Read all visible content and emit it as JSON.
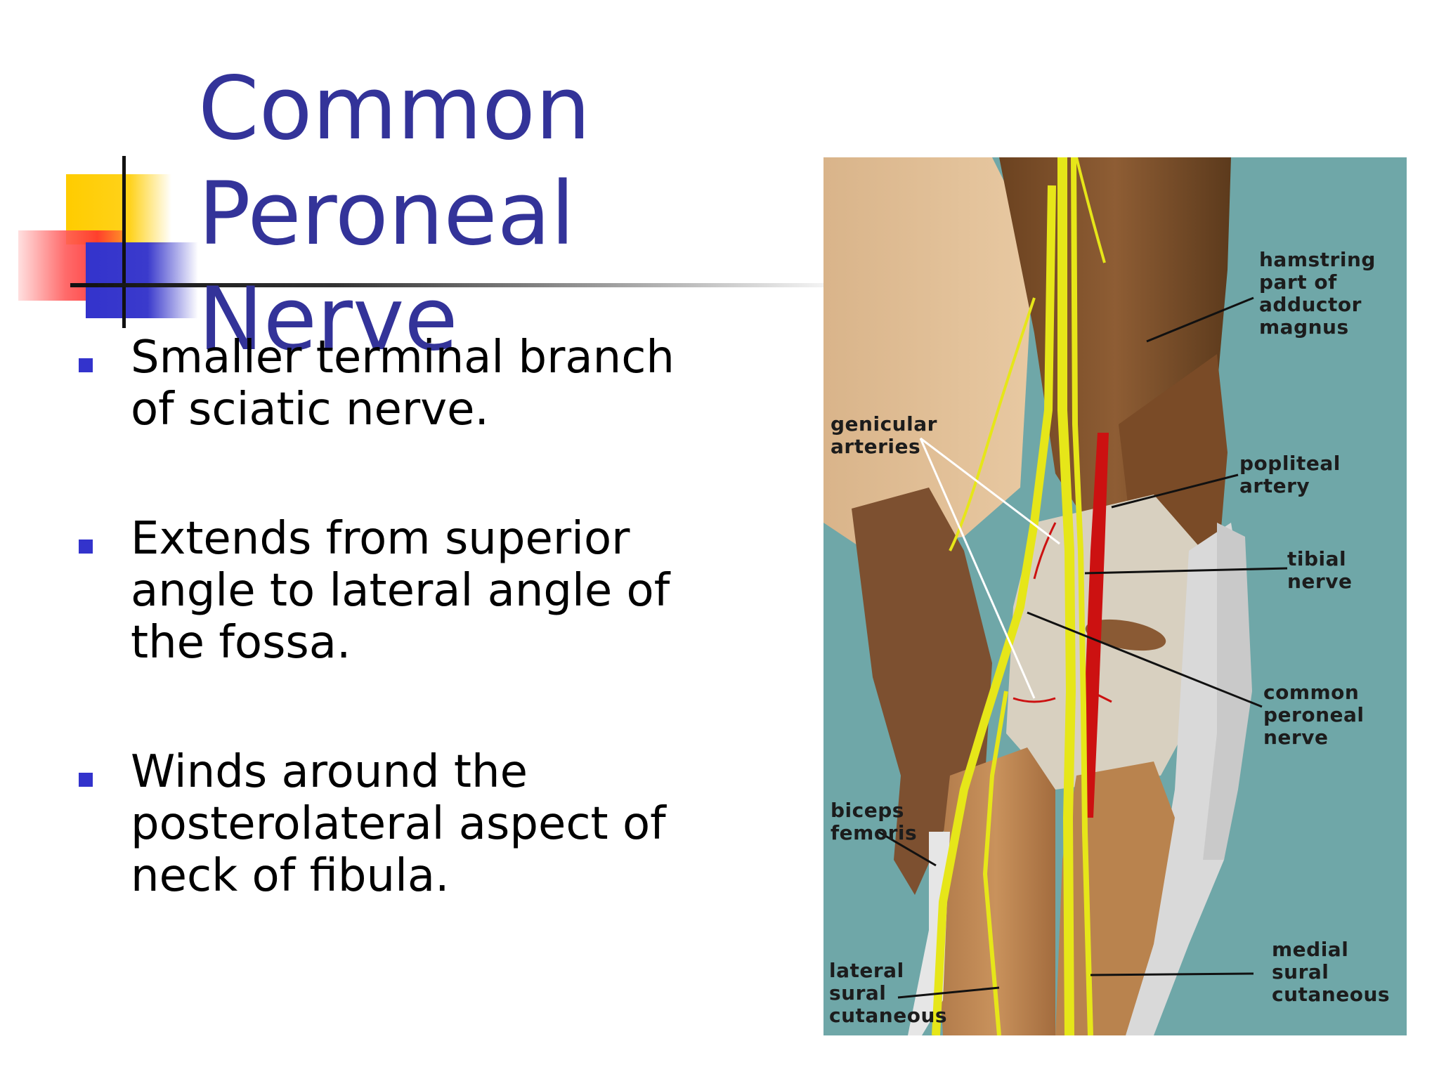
{
  "slide": {
    "title_lines": [
      "Common Peroneal",
      "Nerve"
    ],
    "bullets": [
      {
        "lines": [
          "Smaller terminal branch",
          "of sciatic nerve."
        ]
      },
      {
        "lines": [
          "Extends from superior",
          "angle to lateral angle of",
          "the fossa."
        ]
      },
      {
        "lines": [
          "Winds around the",
          "posterolateral aspect of",
          "neck of fibula."
        ]
      }
    ]
  },
  "figure": {
    "labels": {
      "hamstring": [
        "hamstring",
        "part of",
        "adductor",
        "magnus"
      ],
      "genicular": [
        "genicular",
        "arteries"
      ],
      "popliteal": [
        "popliteal",
        "artery"
      ],
      "tibial": [
        "tibial",
        "nerve"
      ],
      "common_peroneal": [
        "common",
        "peroneal",
        "nerve"
      ],
      "biceps": [
        "biceps",
        "femoris"
      ],
      "lateral_sural": [
        "lateral",
        "sural",
        "cutaneous"
      ],
      "medial_sural": [
        "medial",
        "sural",
        "cutaneous"
      ]
    }
  },
  "colors": {
    "title": "#333399",
    "bullet_marker": "#3333cc",
    "figure_background": "#6fa7a8",
    "nerve": "#e6e619",
    "artery": "#cc1111",
    "muscle": "#8a5a34"
  }
}
